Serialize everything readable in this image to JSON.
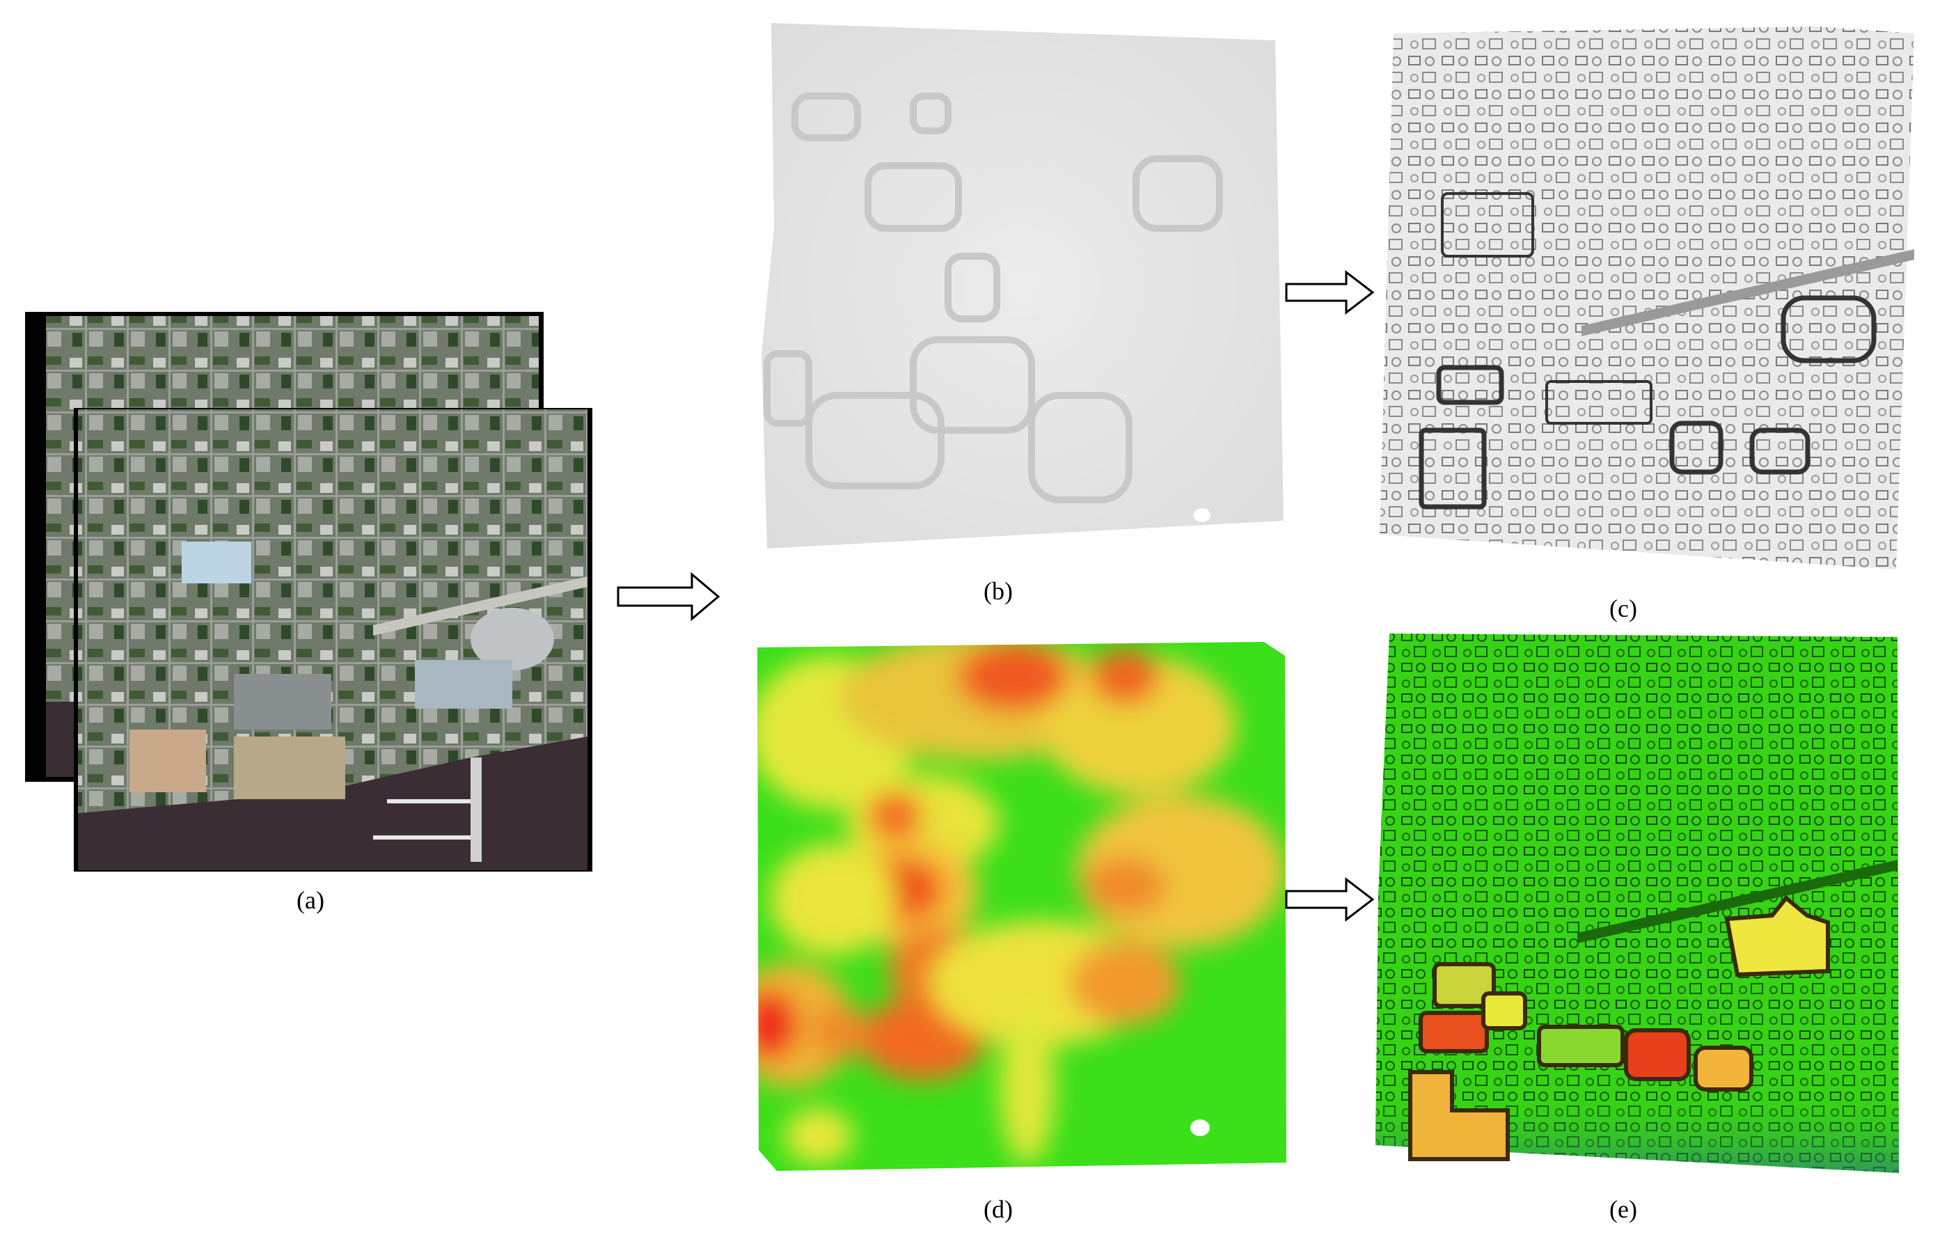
{
  "figure": {
    "panels": [
      {
        "id": "a",
        "caption": "(a)"
      },
      {
        "id": "b",
        "caption": "(b)"
      },
      {
        "id": "c",
        "caption": "(c)"
      },
      {
        "id": "d",
        "caption": "(d)"
      },
      {
        "id": "e",
        "caption": "(e)"
      }
    ]
  }
}
